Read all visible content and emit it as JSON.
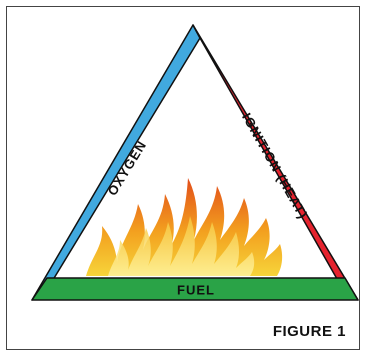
{
  "triangle": {
    "left_side": {
      "label": "OXYGEN",
      "color": "#41a9df"
    },
    "right_side": {
      "label": "IGNITION (HEAT)",
      "color": "#e5232e"
    },
    "bottom_side": {
      "label": "FUEL",
      "color": "#2aa347"
    },
    "outline_color": "#111111"
  },
  "center_image": {
    "icon": "fire-flames-icon",
    "colors": [
      "#f7d230",
      "#f39a1f",
      "#e4521b"
    ]
  },
  "figure_caption": "FIGURE 1"
}
